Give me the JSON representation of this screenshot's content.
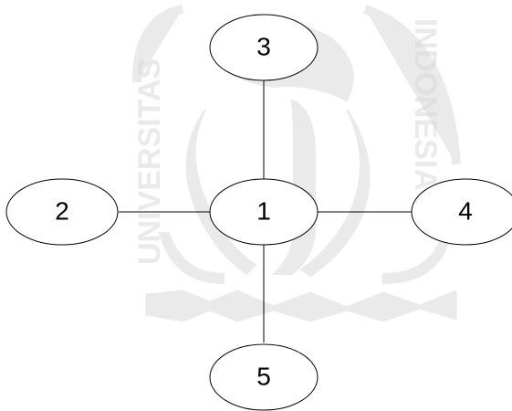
{
  "diagram": {
    "type": "star-graph",
    "nodes": [
      {
        "id": "1",
        "label": "1"
      },
      {
        "id": "2",
        "label": "2"
      },
      {
        "id": "3",
        "label": "3"
      },
      {
        "id": "4",
        "label": "4"
      },
      {
        "id": "5",
        "label": "5"
      }
    ],
    "edges": [
      {
        "from": "1",
        "to": "2"
      },
      {
        "from": "1",
        "to": "3"
      },
      {
        "from": "1",
        "to": "4"
      },
      {
        "from": "1",
        "to": "5"
      }
    ]
  },
  "watermark": {
    "left_text": "UNIVERSITAS",
    "right_text": "INDONESIA",
    "color": "#d9d9d9"
  }
}
